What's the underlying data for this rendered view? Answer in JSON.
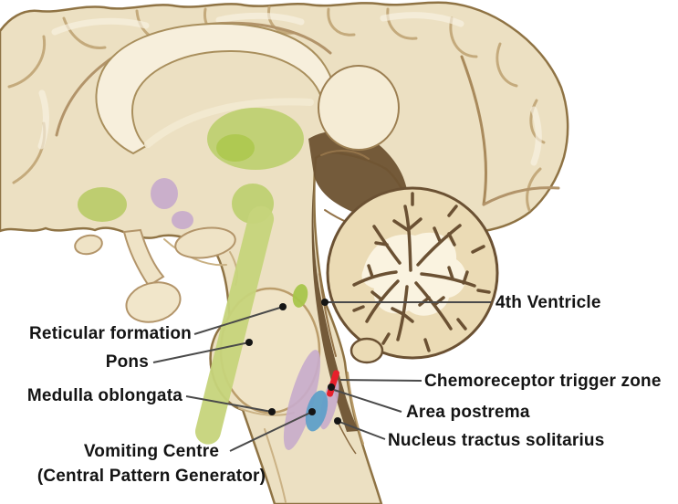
{
  "labels": {
    "fourth_ventricle": {
      "text": "4th Ventricle"
    },
    "reticular_formation": {
      "text": "Reticular formation"
    },
    "pons": {
      "text": "Pons"
    },
    "medulla_oblongata": {
      "text": "Medulla oblongata"
    },
    "vomiting_centre": {
      "text": "Vomiting Centre",
      "subtext": "(Central Pattern Generator)"
    },
    "chemoreceptor_trigger_zone": {
      "text": "Chemoreceptor trigger zone"
    },
    "area_postrema": {
      "text": "Area postrema"
    },
    "nucleus_tractus_solitarius": {
      "text": "Nucleus tractus solitarius"
    }
  },
  "markers": {
    "reticular_formation_band": {
      "color": "#c6d47b"
    },
    "fourth_ventricle_spot": {
      "color": "#a8c54b"
    },
    "thalamus_region": {
      "color": "#bdcf6e"
    },
    "thalamus_core": {
      "color": "#aec850"
    },
    "hypothalamic_green_spot": {
      "color": "#b9cb67"
    },
    "midbrain_green_spot": {
      "color": "#bdcf6e"
    },
    "mauve_nucleus_large": {
      "color": "#c8accb"
    },
    "nucleus_tractus_solitarius_strip": {
      "color": "#c8accb"
    },
    "vomiting_centre_spot": {
      "color": "#5f9fc8"
    },
    "chemoreceptor_trigger_zone_strip": {
      "color": "#e7202b"
    }
  },
  "colors": {
    "background": "#ffffff",
    "cortex": "#ece0c2",
    "outline_brown": "#8f7344",
    "dark_brown": "#6e5433",
    "cerebellum": "#ebdbb5",
    "white_matter": "#faf3e0",
    "leader_line": "#4a4a4a",
    "label_text": "#141414"
  }
}
